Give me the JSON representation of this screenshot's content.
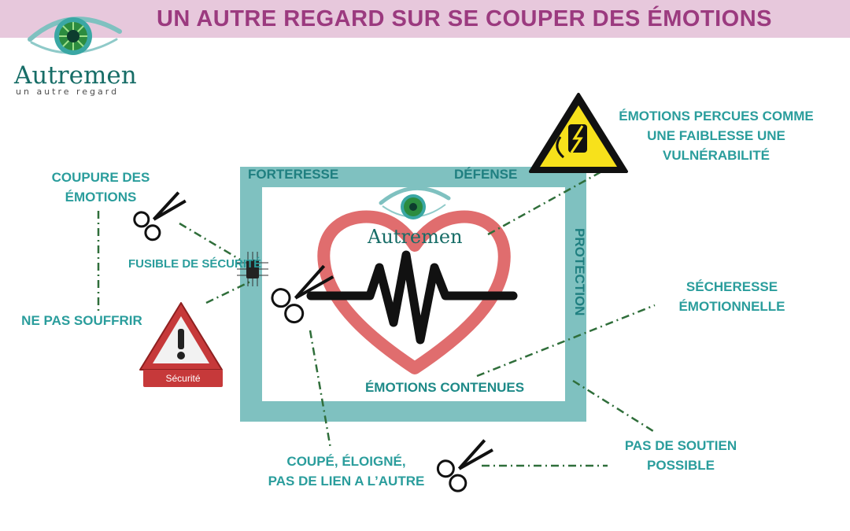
{
  "header": {
    "title": "UN AUTRE REGARD SUR SE COUPER DES ÉMOTIONS"
  },
  "logo": {
    "brand": "Autremen",
    "tagline": "un autre regard"
  },
  "fortress": {
    "top_left": "FORTERESSE",
    "top_right": "DÉFENSE",
    "right_side": "PROTECTION",
    "inner_bottom": "ÉMOTIONS CONTENUES",
    "inner_logo": "Autremen"
  },
  "labels": {
    "coupure": "COUPURE DES\nÉMOTIONS",
    "fusible": "FUSIBLE DE SÉCURITÉ",
    "ne_pas_souffrir": "NE PAS SOUFFRIR",
    "securite_badge": "Sécurité",
    "faiblesse": "ÉMOTIONS PERCUES COMME\nUNE FAIBLESSE UNE\nVULNÉRABILITÉ",
    "secheresse": "SÉCHERESSE\nÉMOTIONNELLE",
    "pas_de_soutien": "PAS DE SOUTIEN\nPOSSIBLE",
    "coupe_eloigne": "COUPÉ, ÉLOIGNÉ,\nPAS DE LIEN A L’AUTRE"
  },
  "colors": {
    "title_bar": "#e7c8dc",
    "title_text": "#9b3a7f",
    "fortress_fill": "#7fc1c0",
    "heart": "#e06d6e",
    "label_teal": "#2a9d9c",
    "connector": "#2f6e3a",
    "warning_yellow": "#f7e11b",
    "danger_red": "#c6393a"
  },
  "icons": [
    "scissors-icon",
    "chip-icon",
    "warning-triangle-icon",
    "high-voltage-sign-icon",
    "eye-logo-icon",
    "heartbeat-icon"
  ]
}
